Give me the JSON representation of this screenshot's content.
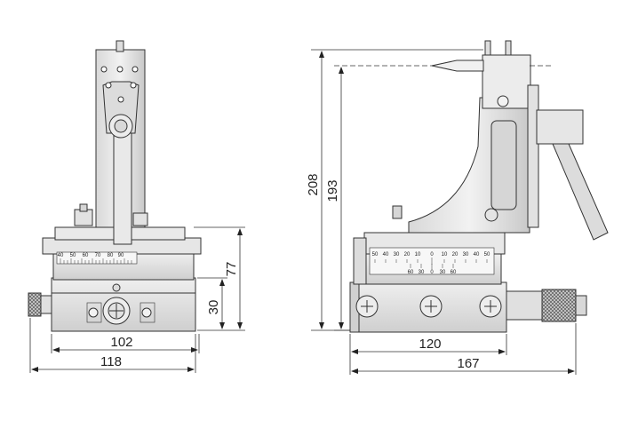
{
  "front_view": {
    "dimensions": {
      "height_77": "77",
      "height_30": "30",
      "width_102": "102",
      "width_118": "118"
    },
    "scale_labels": [
      "40",
      "50",
      "60",
      "70",
      "80",
      "90"
    ]
  },
  "side_view": {
    "dimensions": {
      "height_208": "208",
      "height_193": "193",
      "width_120": "120",
      "width_167": "167"
    },
    "scale_top_labels": [
      "50",
      "40",
      "30",
      "20",
      "10",
      "0",
      "10",
      "20",
      "30",
      "40",
      "50"
    ],
    "scale_bottom_labels": [
      "60",
      "30",
      "0",
      "30",
      "60"
    ]
  }
}
